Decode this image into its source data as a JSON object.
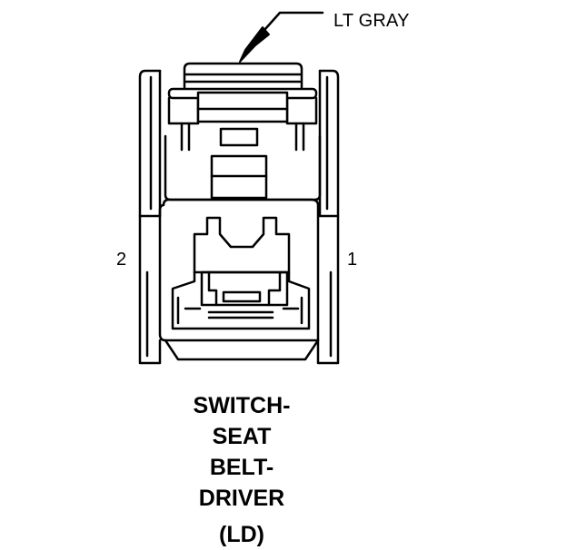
{
  "callout": {
    "color_label": "LT GRAY"
  },
  "pins": {
    "left": "2",
    "right": "1"
  },
  "caption": {
    "line1": "SWITCH-",
    "line2": "SEAT",
    "line3": "BELT-",
    "line4": "DRIVER",
    "line5": "(LD)"
  }
}
